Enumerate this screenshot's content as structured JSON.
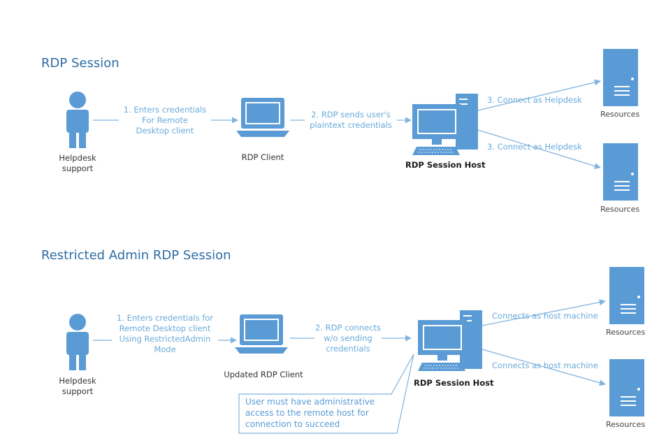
{
  "colors": {
    "accent": "#5b9bd5",
    "flow_line": "#7fb3e0",
    "label_text": "#6aaad9",
    "title_text": "#2e6da4"
  },
  "top": {
    "title": "RDP Session",
    "person": [
      "Helpdesk",
      "support"
    ],
    "step1": [
      "1. Enters credentials",
      "For Remote",
      "Desktop client"
    ],
    "client": "RDP Client",
    "step2": [
      "2. RDP sends user's",
      "plaintext credentials"
    ],
    "host": "RDP Session Host",
    "step3a": "3. Connect as Helpdesk",
    "step3b": "3. Connect as Helpdesk",
    "resource_a": "Resources",
    "resource_b": "Resources"
  },
  "bottom": {
    "title": "Restricted Admin RDP Session",
    "person": [
      "Helpdesk",
      "support"
    ],
    "step1": [
      "1. Enters credentials for",
      "Remote Desktop client",
      "Using RestrictedAdmin",
      "Mode"
    ],
    "client": "Updated RDP Client",
    "step2": [
      "2. RDP connects",
      "w/o sending",
      "credentials"
    ],
    "host": "RDP Session Host",
    "connect_a": "Connects as host machine",
    "connect_b": "Connects as host machine",
    "resource_a": "Resources",
    "resource_b": "Resources",
    "callout": [
      "User must have administrative",
      "access to the remote host for",
      "connection to succeed"
    ]
  }
}
